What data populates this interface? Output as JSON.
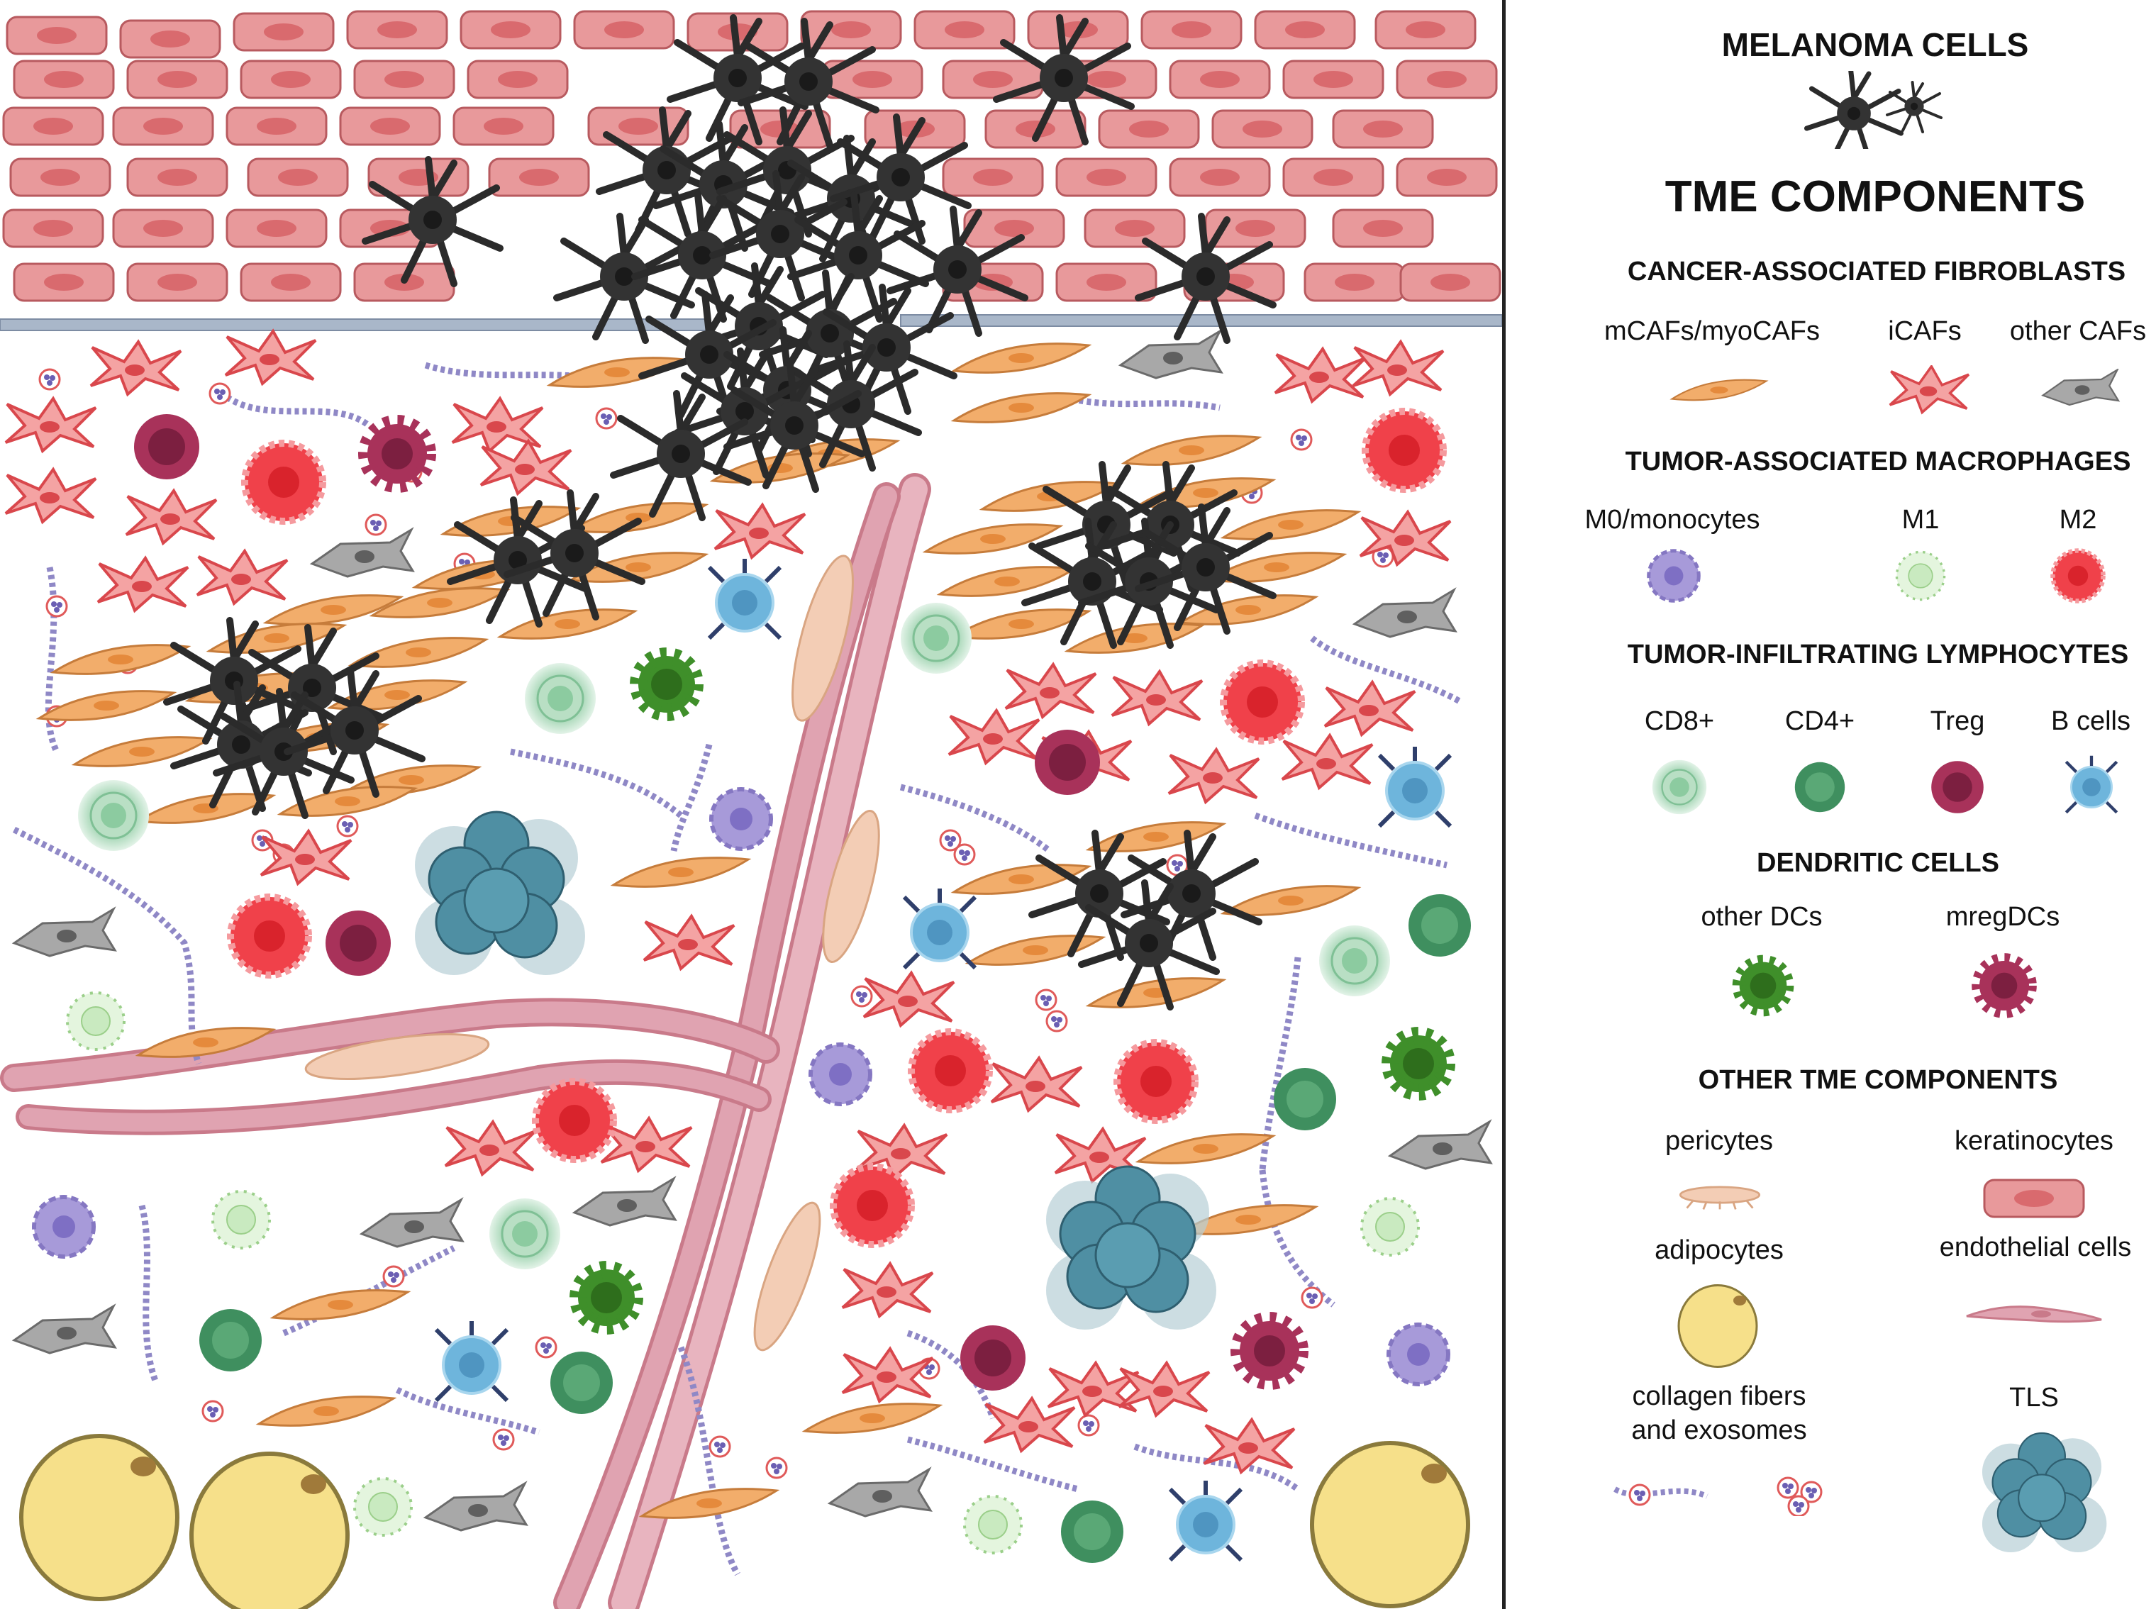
{
  "legend": {
    "melanoma_title": "MELANOMA CELLS",
    "tme_title": "TME COMPONENTS",
    "caf": {
      "title": "CANCER-ASSOCIATED FIBROBLASTS",
      "items": [
        "mCAFs/myoCAFs",
        "iCAFs",
        "other CAFs"
      ]
    },
    "tam": {
      "title": "TUMOR-ASSOCIATED MACROPHAGES",
      "items": [
        "M0/monocytes",
        "M1",
        "M2"
      ]
    },
    "til": {
      "title": "TUMOR-INFILTRATING LYMPHOCYTES",
      "items": [
        "CD8+",
        "CD4+",
        "Treg",
        "B cells"
      ]
    },
    "dc": {
      "title": "DENDRITIC CELLS",
      "items": [
        "other DCs",
        "mregDCs"
      ]
    },
    "other": {
      "title": "OTHER TME COMPONENTS",
      "pericytes": "pericytes",
      "keratinocytes": "keratinocytes",
      "adipocytes": "adipocytes",
      "endothelial": "endothelial cells",
      "collagen_line1": "collagen fibers",
      "collagen_line2": "and exosomes",
      "tls": "TLS"
    }
  },
  "colors": {
    "keratinocyte": "#e8999b",
    "keratinocyte_nucleus": "#d96a6e",
    "melanoma": "#2b2b2b",
    "mcaf": "#f2ad6b",
    "icaf": "#e0686a",
    "other_caf": "#9a9a9a",
    "m0": "#a79ad9",
    "m1": "#c9eac0",
    "m2": "#f0414a",
    "cd8": "#9fd3b0",
    "cd4": "#3f8f5f",
    "treg": "#a8325a",
    "bcell": "#6eb5dc",
    "other_dc": "#3f8f2a",
    "mregdc": "#a8325a",
    "pericyte": "#f3cdb5",
    "endothelial": "#d98a9a",
    "adipocyte": "#f6e08a",
    "tls": "#4f8fa3",
    "collagen": "#8f88c6",
    "membrane": "#a9b7c9"
  }
}
